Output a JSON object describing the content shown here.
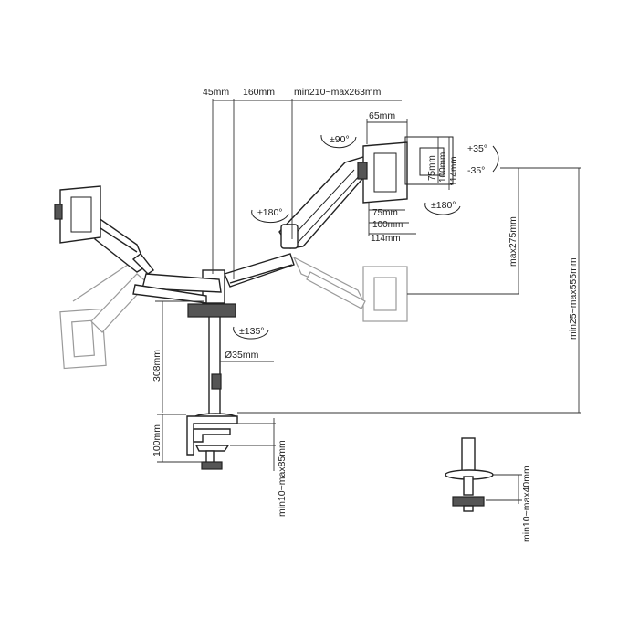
{
  "dimensions": {
    "d45": "45mm",
    "d160": "160mm",
    "arm_reach": "min210~max263mm",
    "d65": "65mm",
    "vesa75": "75mm",
    "vesa100": "100mm",
    "vesa114": "114mm",
    "vesa75_h": "75mm",
    "vesa100_h": "100mm",
    "vesa114_h": "114mm",
    "height275": "max275mm",
    "height555": "min25~max555mm",
    "pole308": "308mm",
    "diameter": "Ø35mm",
    "clamp100": "100mm",
    "clamp85": "min10~max85mm",
    "grommet40": "min10~max40mm"
  },
  "rotations": {
    "rot90": "±90°",
    "rot180_left": "±180°",
    "rot180_right": "±180°",
    "rot135": "±135°",
    "tilt_up": "+35°",
    "tilt_down": "-35°"
  }
}
